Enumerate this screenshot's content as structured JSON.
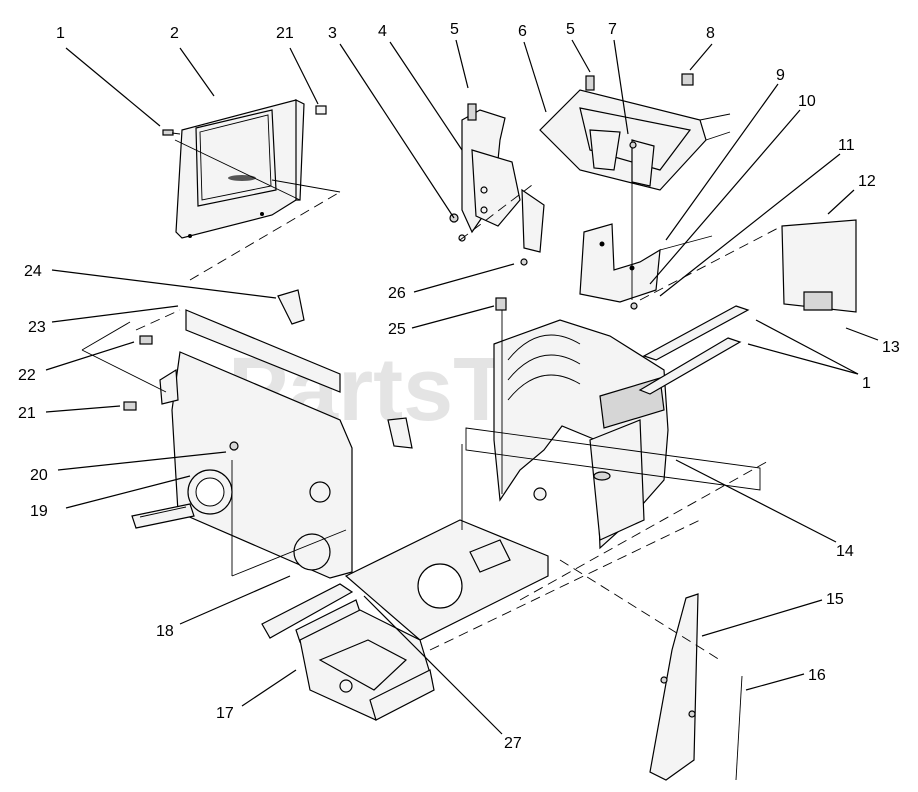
{
  "watermark": "PartsTree",
  "callouts": [
    {
      "id": "c1a",
      "text": "1"
    },
    {
      "id": "c2",
      "text": "2"
    },
    {
      "id": "c21a",
      "text": "21"
    },
    {
      "id": "c3",
      "text": "3"
    },
    {
      "id": "c4",
      "text": "4"
    },
    {
      "id": "c5a",
      "text": "5"
    },
    {
      "id": "c6",
      "text": "6"
    },
    {
      "id": "c5b",
      "text": "5"
    },
    {
      "id": "c7",
      "text": "7"
    },
    {
      "id": "c8",
      "text": "8"
    },
    {
      "id": "c9",
      "text": "9"
    },
    {
      "id": "c10",
      "text": "10"
    },
    {
      "id": "c11",
      "text": "11"
    },
    {
      "id": "c12",
      "text": "12"
    },
    {
      "id": "c13",
      "text": "13"
    },
    {
      "id": "c1b",
      "text": "1"
    },
    {
      "id": "c14",
      "text": "14"
    },
    {
      "id": "c15",
      "text": "15"
    },
    {
      "id": "c16",
      "text": "16"
    },
    {
      "id": "c17",
      "text": "17"
    },
    {
      "id": "c27",
      "text": "27"
    },
    {
      "id": "c18",
      "text": "18"
    },
    {
      "id": "c19",
      "text": "19"
    },
    {
      "id": "c20",
      "text": "20"
    },
    {
      "id": "c21b",
      "text": "21"
    },
    {
      "id": "c22",
      "text": "22"
    },
    {
      "id": "c23",
      "text": "23"
    },
    {
      "id": "c24",
      "text": "24"
    },
    {
      "id": "c25",
      "text": "25"
    },
    {
      "id": "c26",
      "text": "26"
    }
  ]
}
